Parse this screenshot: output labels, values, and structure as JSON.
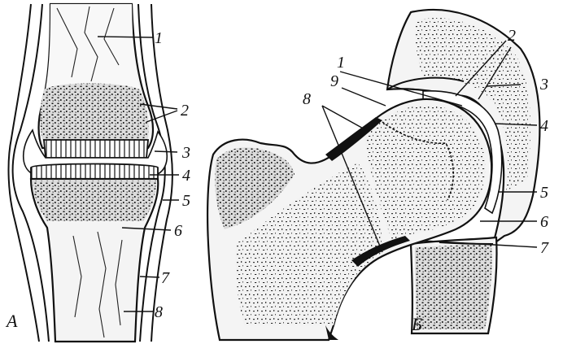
{
  "figure": {
    "panel_a": {
      "letter": "А",
      "labels": [
        "1",
        "2",
        "3",
        "4",
        "5",
        "6",
        "7",
        "8"
      ]
    },
    "panel_b": {
      "letter": "Б",
      "labels": [
        "1",
        "2",
        "3",
        "4",
        "5",
        "6",
        "7",
        "8",
        "9"
      ]
    }
  }
}
